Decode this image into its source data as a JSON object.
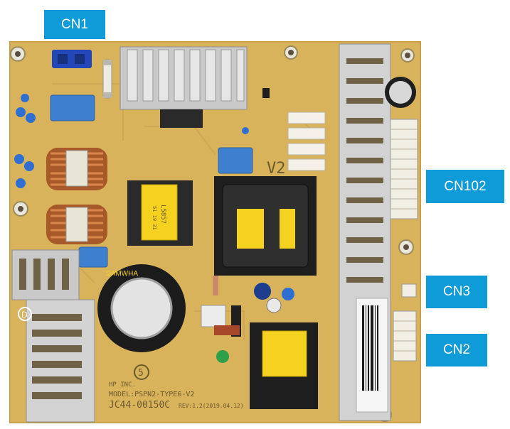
{
  "labels": {
    "cn1": "CN1",
    "cn102": "CN102",
    "cn3": "CN3",
    "cn2": "CN2"
  },
  "silkscreen": {
    "maker": "HP INC.",
    "model": "MODEL:PSPN2-TYPE6-V2",
    "part": "JC44-00150C",
    "rev": "REV:1.2(2019.04.12)",
    "inductor_marking": "L5857",
    "inductor_sub": "51 19 31",
    "marker_d": "D",
    "marker_5": "5",
    "board_v2": "V2",
    "capacitor_text": "SAMWHA"
  },
  "colors": {
    "pcb": "#d9b25c",
    "label_bg": "#0f9ad8",
    "heatsink": "#cfcfcf",
    "transformer": "#222222",
    "yellow_tape": "#f4d21f"
  }
}
